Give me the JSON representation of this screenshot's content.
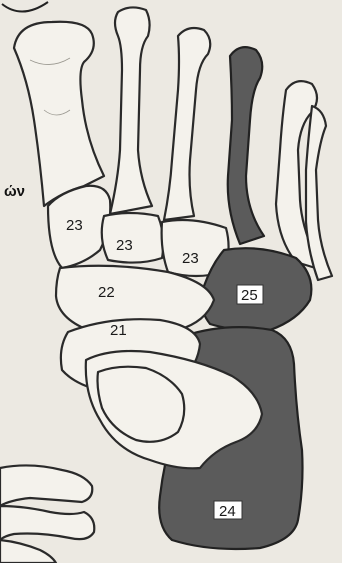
{
  "side_text": "ών",
  "labels": {
    "cuneiform_1": "23",
    "cuneiform_2": "23",
    "cuneiform_3": "23",
    "navicular": "22",
    "talus": "21",
    "calcaneus": "24",
    "cuboid": "25"
  },
  "colors": {
    "light_bone": "#f4f2ec",
    "dark_bone": "#5b5b5b",
    "outline": "#2a2a2a",
    "background": "#ece9e2"
  }
}
